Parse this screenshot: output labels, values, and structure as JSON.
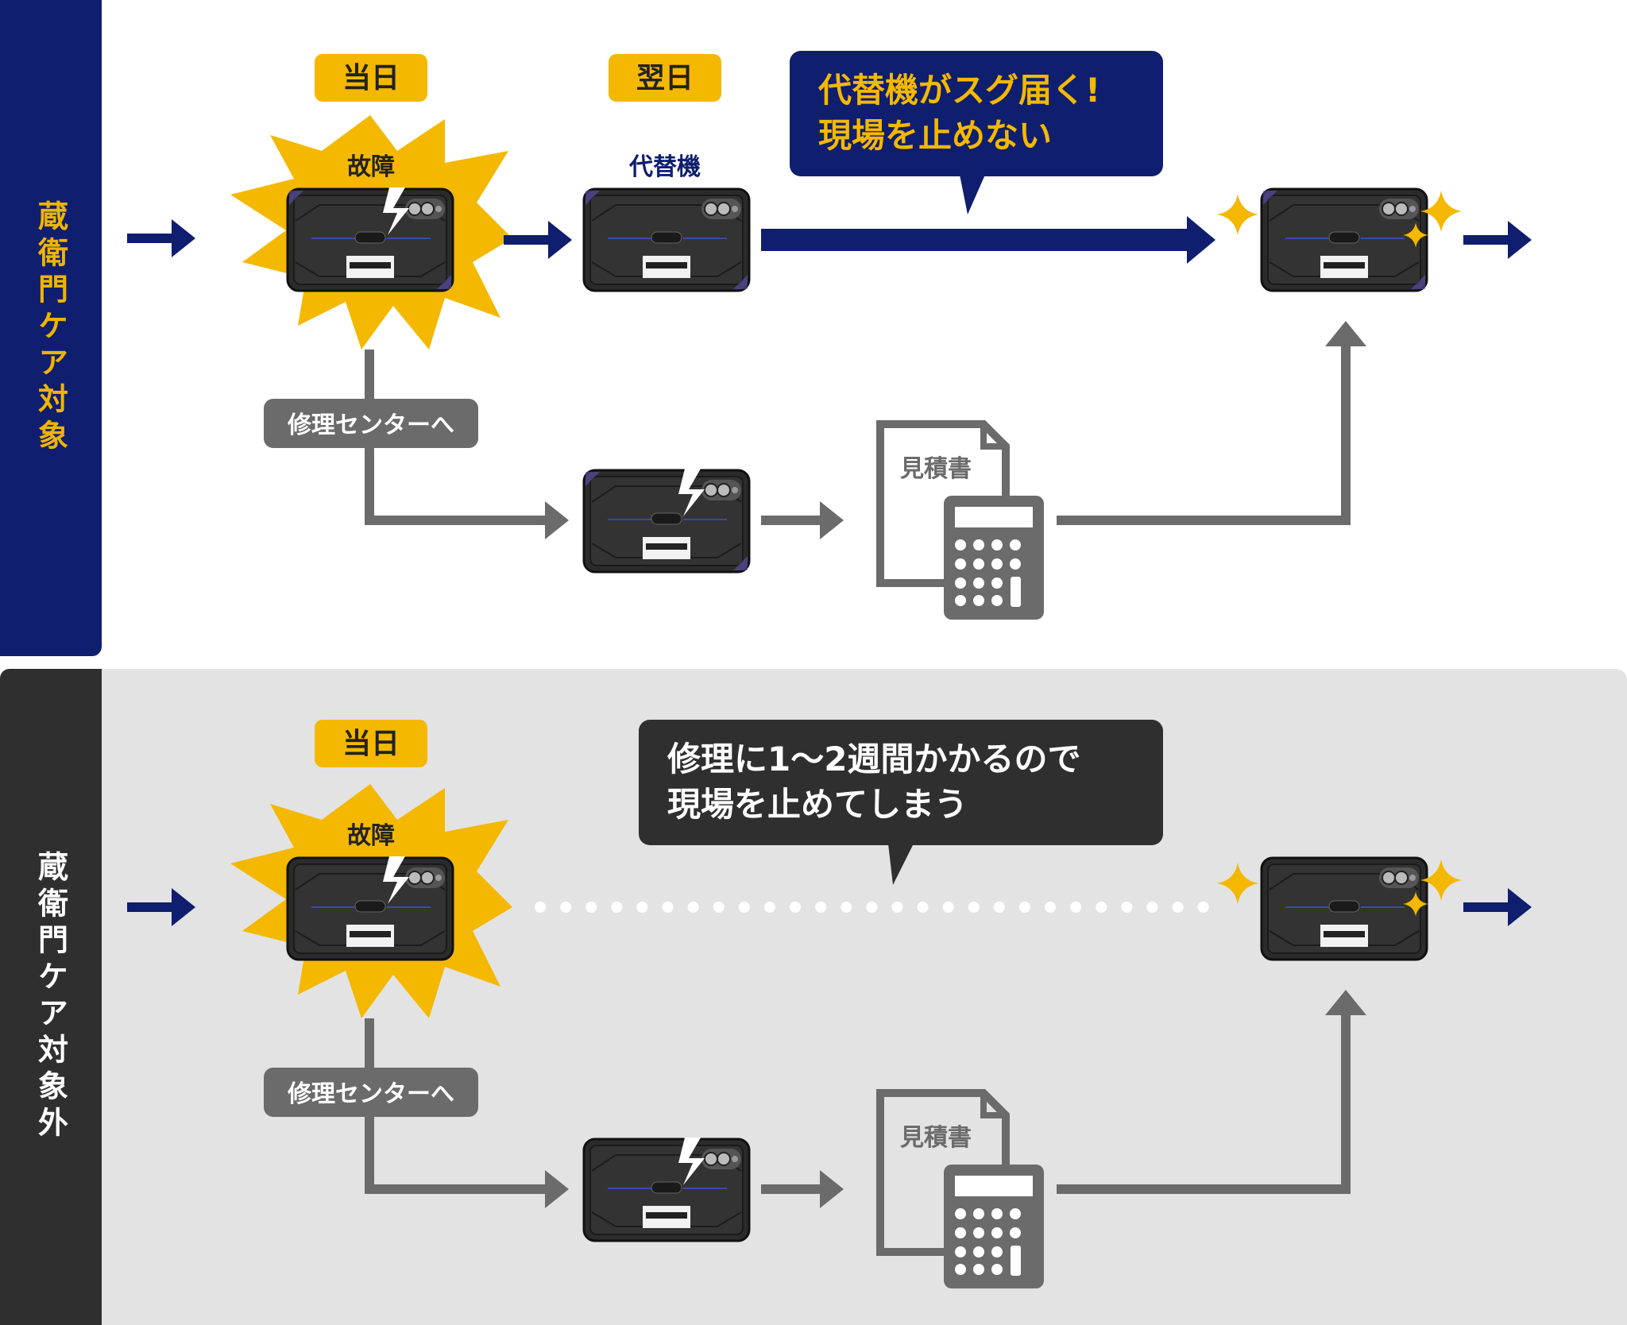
{
  "colors": {
    "navy": "#0f1e6e",
    "yellow": "#f4b800",
    "gray_arrow": "#6b6b6b",
    "dark_bubble": "#2f2f2f",
    "panel_gray": "#e3e3e3"
  },
  "covered": {
    "side_label": "蔵衛門ケア対象",
    "day_badge_same": "当日",
    "day_badge_next": "翌日",
    "breakdown_label": "故障",
    "replacement_label": "代替機",
    "callout_line1": "代替機がスグ届く!",
    "callout_line2": "現場を止めない",
    "repair_center_label": "修理センターへ",
    "estimate_label": "見積書"
  },
  "not_covered": {
    "side_label": "蔵衛門ケア対象外",
    "day_badge_same": "当日",
    "breakdown_label": "故障",
    "callout_line1": "修理に1～2週間かかるので",
    "callout_line2": "現場を止めてしまう",
    "repair_center_label": "修理センターへ",
    "estimate_label": "見積書"
  },
  "icons": [
    "arrow-right-icon",
    "tablet-icon",
    "broken-tablet-icon",
    "sparkle-icon",
    "calculator-icon",
    "document-icon",
    "burst-icon"
  ]
}
